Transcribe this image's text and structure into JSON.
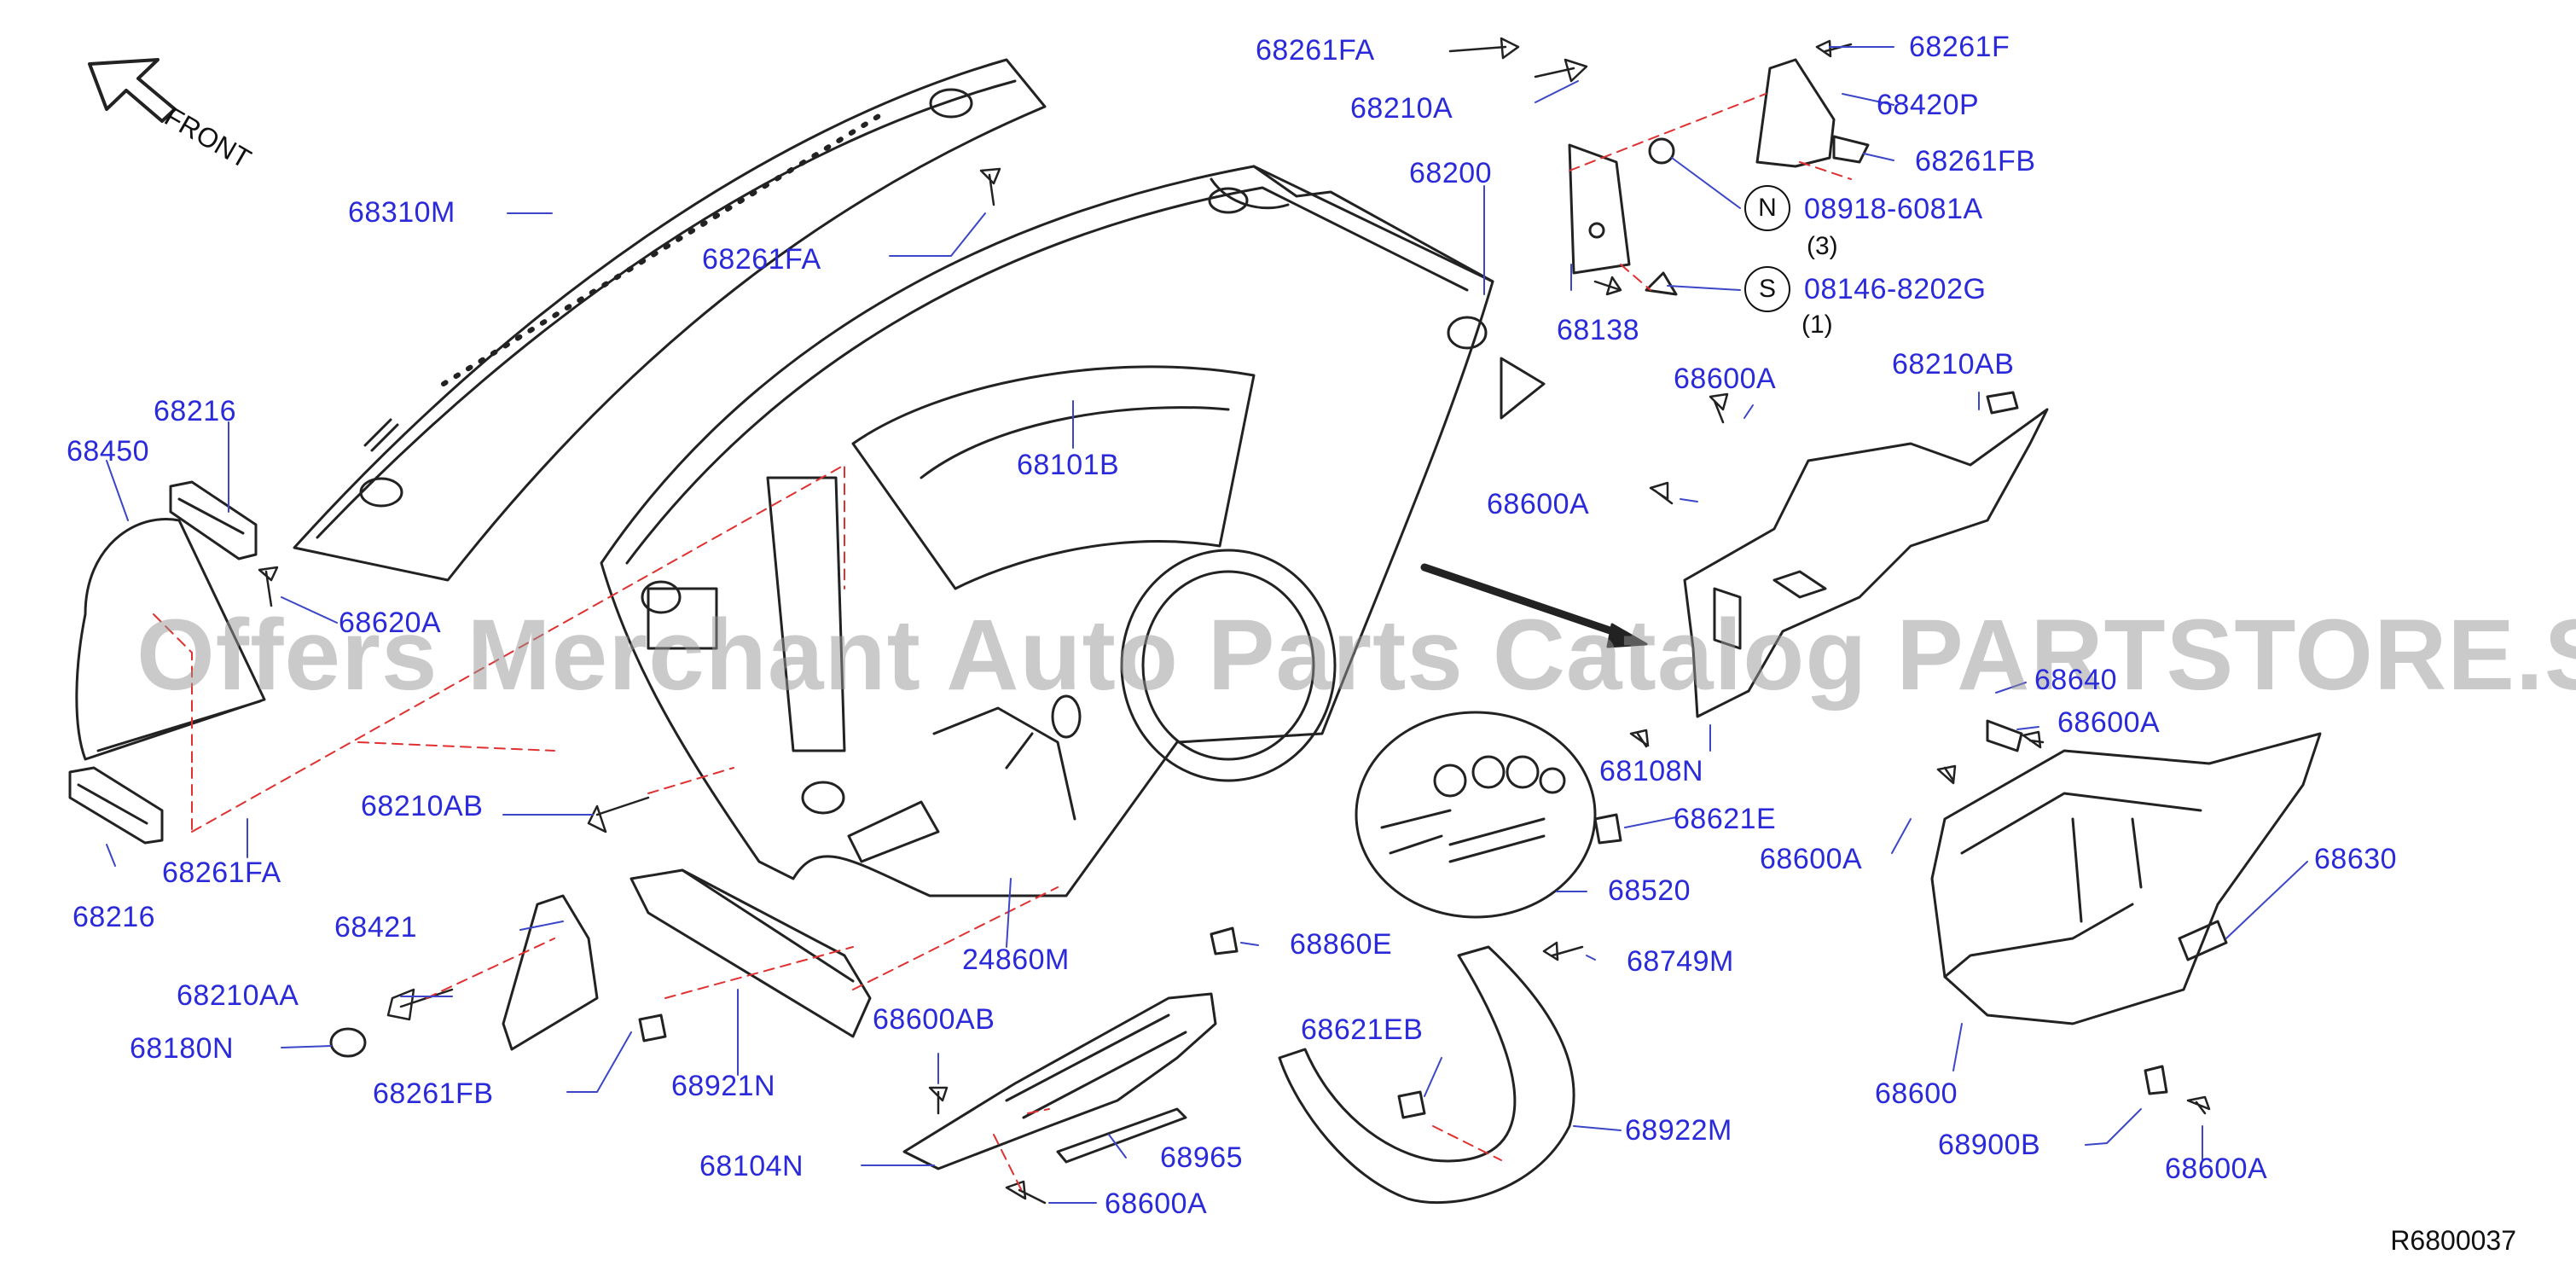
{
  "front_label": "FRONT",
  "watermark": "Offers Merchant Auto Parts Catalog PARTSTORE.SA",
  "diagram_code": "R6800037",
  "callouts": {
    "c68261FA_top": "68261FA",
    "c68210A": "68210A",
    "c68261F": "68261F",
    "c68420P": "68420P",
    "c68261FB_top": "68261FB",
    "c68310M": "68310M",
    "c68261FA_mid": "68261FA",
    "c68200": "68200",
    "c08918": "08918-6081A",
    "c08146": "08146-8202G",
    "c68138": "68138",
    "c68216_top": "68216",
    "c68450": "68450",
    "c68101B": "68101B",
    "c68600A_a": "68600A",
    "c68210AB_right": "68210AB",
    "c68600A_b": "68600A",
    "c68620A": "68620A",
    "c68640": "68640",
    "c68600A_c": "68600A",
    "c68108N": "68108N",
    "c68210AB_left": "68210AB",
    "c68621E": "68621E",
    "c68600A_d": "68600A",
    "c68630": "68630",
    "c68261FA_low": "68261FA",
    "c68216_low": "68216",
    "c68520": "68520",
    "c68421": "68421",
    "c24860M": "24860M",
    "c68860E": "68860E",
    "c68749M": "68749M",
    "c68210AA": "68210AA",
    "c68600AB": "68600AB",
    "c68621EB": "68621EB",
    "c68180N": "68180N",
    "c68261FB_low": "68261FB",
    "c68921N": "68921N",
    "c68600": "68600",
    "c68922M": "68922M",
    "c68900B": "68900B",
    "c68965": "68965",
    "c68104N": "68104N",
    "c68600A_e": "68600A",
    "c68600A_f": "68600A"
  },
  "symbols": {
    "nut": "N",
    "screw": "S"
  },
  "quantities": {
    "q08918": "(3)",
    "q08146": "(1)"
  }
}
